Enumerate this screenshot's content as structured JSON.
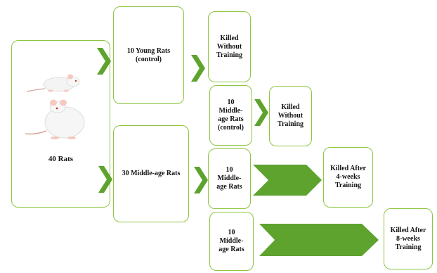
{
  "colors": {
    "border": "#8cc63f",
    "arrow": "#5da32d",
    "text": "#111111"
  },
  "boxes": {
    "all_rats": "40 Rats",
    "young": "10 Young Rats\n(control)",
    "middle_age": "30 Middle-age Rats",
    "young_killed": "Killed\nWithout\nTraining",
    "middle_control": "10\nMiddle-\nage Rats\n(control)",
    "middle_control_killed": "Killed\nWithout\nTraining",
    "middle_4w": "10\nMiddle-\nage Rats",
    "killed_4w": "Killed After\n4-weeks\nTraining",
    "middle_8w": "10\nMiddle-\nage Rats",
    "killed_8w": "Killed After\n8-weeks\nTraining"
  },
  "images": {
    "rats": "two white laboratory rats"
  }
}
